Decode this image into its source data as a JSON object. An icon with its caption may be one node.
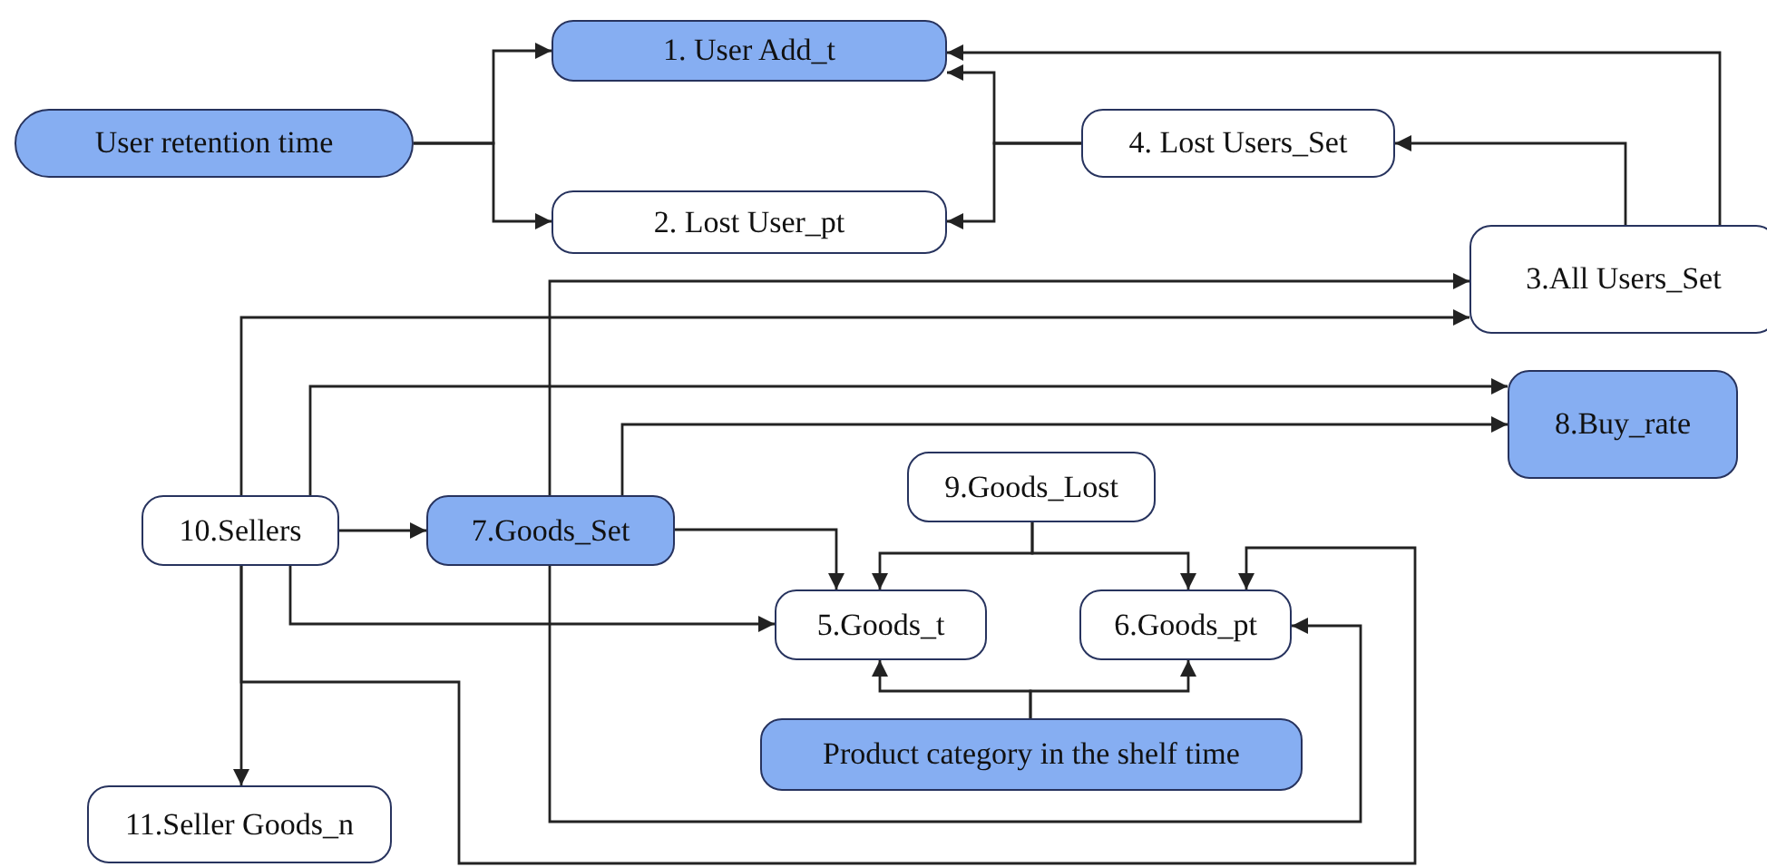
{
  "diagram": {
    "nodes": [
      {
        "text": [
          "User retention time"
        ]
      },
      {
        "text": [
          "1. User Add_t"
        ]
      },
      {
        "text": [
          "2. Lost User_pt"
        ]
      },
      {
        "text": [
          "4. Lost Users_Set"
        ]
      },
      {
        "text": [
          "3.All Users_Set"
        ]
      },
      {
        "text": [
          "8.Buy_rate"
        ]
      },
      {
        "text": [
          "9.Goods_Lost"
        ]
      },
      {
        "text": [
          "10.Sellers"
        ]
      },
      {
        "text": [
          "7.Goods_Set"
        ]
      },
      {
        "text": [
          "5.Goods_t"
        ]
      },
      {
        "text": [
          "6.Goods_pt"
        ]
      },
      {
        "text": [
          "Product category in the shelf time"
        ]
      },
      {
        "text": [
          "11.Seller Goods_n"
        ]
      }
    ],
    "edges": [
      {
        "from": 0,
        "to": 1,
        "arrow": "to"
      },
      {
        "from": 0,
        "to": 2,
        "arrow": "to"
      },
      {
        "from": 3,
        "to": 1,
        "arrow": "to"
      },
      {
        "from": 3,
        "to": 2,
        "arrow": "to"
      },
      {
        "from": 4,
        "to": 1,
        "arrow": "to"
      },
      {
        "from": 4,
        "to": 3,
        "arrow": "to"
      },
      {
        "from": 8,
        "to": 4,
        "arrow": "to"
      },
      {
        "from": 7,
        "to": 4,
        "arrow": "to"
      },
      {
        "from": 7,
        "to": 5,
        "arrow": "to"
      },
      {
        "from": 8,
        "to": 5,
        "arrow": "to"
      },
      {
        "from": 7,
        "to": 8,
        "arrow": "to"
      },
      {
        "from": 8,
        "to": 9,
        "arrow": "to"
      },
      {
        "from": 6,
        "to": 9,
        "arrow": "to"
      },
      {
        "from": 6,
        "to": 10,
        "arrow": "to"
      },
      {
        "from": 7,
        "to": 9,
        "arrow": "to"
      },
      {
        "from": 11,
        "to": 9,
        "arrow": "to"
      },
      {
        "from": 11,
        "to": 10,
        "arrow": "to"
      },
      {
        "from": 7,
        "to": 12,
        "arrow": "to"
      },
      {
        "from": 7,
        "to": 10,
        "arrow": "to"
      },
      {
        "from": 8,
        "to": 10,
        "arrow": "to"
      }
    ]
  }
}
